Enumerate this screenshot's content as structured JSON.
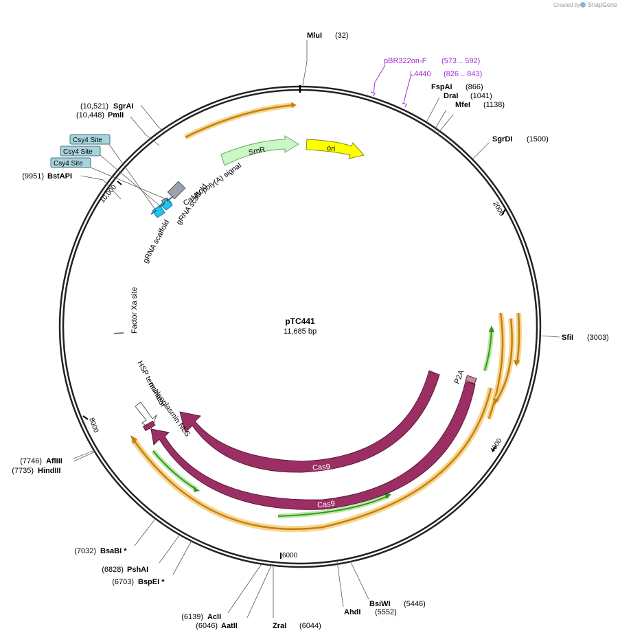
{
  "plasmid": {
    "name": "pTC441",
    "length_label": "11,685 bp",
    "credit_prefix": "Created by",
    "credit_brand": "SnapGene"
  },
  "ticks": [
    "2000",
    "4000",
    "6000",
    "8000",
    "10,000"
  ],
  "restriction_sites": [
    {
      "name": "MluI",
      "pos": "(32)"
    },
    {
      "name": "FspAI",
      "pos": "(866)"
    },
    {
      "name": "DraI",
      "pos": "(1041)"
    },
    {
      "name": "MfeI",
      "pos": "(1138)"
    },
    {
      "name": "SgrDI",
      "pos": "(1500)"
    },
    {
      "name": "SfiI",
      "pos": "(3003)"
    },
    {
      "name": "BsiWI",
      "pos": "(5446)"
    },
    {
      "name": "AhdI",
      "pos": "(5552)"
    },
    {
      "name": "ZraI",
      "pos": "(6044)"
    },
    {
      "name": "AatII",
      "pos": "(6046)"
    },
    {
      "name": "AclI",
      "pos": "(6139)"
    },
    {
      "name": "BspEI *",
      "pos": "(6703)"
    },
    {
      "name": "PshAI",
      "pos": "(6828)"
    },
    {
      "name": "BsaBI *",
      "pos": "(7032)"
    },
    {
      "name": "HindIII",
      "pos": "(7735)"
    },
    {
      "name": "AflIII",
      "pos": "(7746)"
    },
    {
      "name": "BstAPI",
      "pos": "(9951)"
    },
    {
      "name": "PmlI",
      "pos": "(10,448)"
    },
    {
      "name": "SgrAI",
      "pos": "(10,521)"
    }
  ],
  "primers": [
    {
      "name": "pBR322ori-F",
      "range": "(573 .. 592)"
    },
    {
      "name": "L4440",
      "range": "(826 .. 843)"
    }
  ],
  "features": {
    "smr": "SmR",
    "ori": "ori",
    "cas9_inner": "Cas9",
    "cas9_outer": "Cas9",
    "p2a": "P2A",
    "camv": "CaMV poly(A) signal",
    "grna1": "gRNA scaffold",
    "grna2": "gRNA scaffold",
    "factor_xa": "Factor Xa site",
    "hsp": "HSP terminator",
    "nls": "nucleoplasmin NLS",
    "csy4": [
      "Csy4 Site",
      "Csy4 Site",
      "Csy4 Site"
    ]
  },
  "colors": {
    "backbone": "#222222",
    "orf": "#f0a020",
    "orf_glow": "#f7d58f",
    "cds": "#9b2f63",
    "smr": "#c9f7c5",
    "ori": "#ffff00",
    "primer": "#a52bd6",
    "csy4_box": "#a9d2dc",
    "grna": "#21c6f0",
    "green_arrow": "#2f9a1a"
  }
}
